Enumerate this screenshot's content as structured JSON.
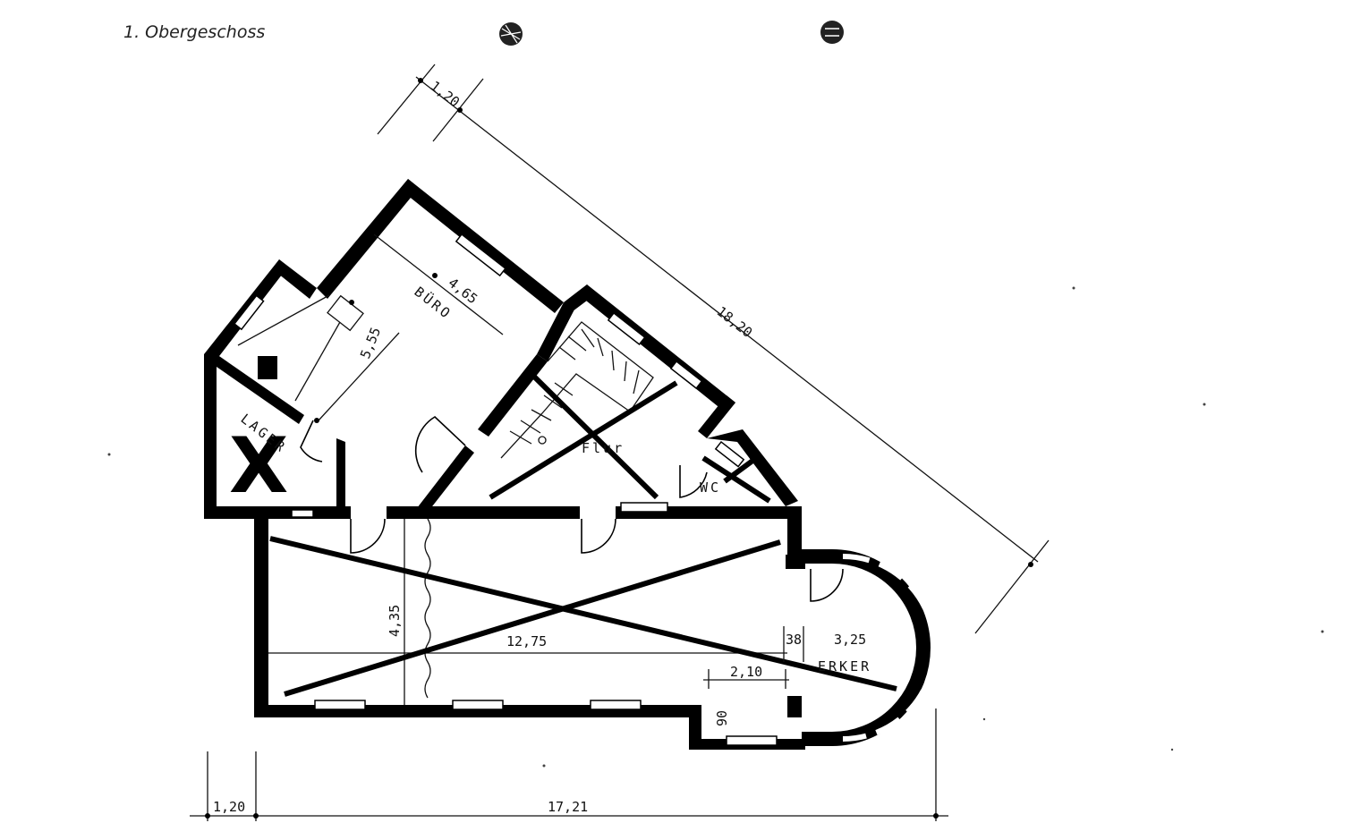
{
  "sheet": {
    "title": "1. Obergeschoss"
  },
  "rooms": {
    "office": "BÜRO",
    "storage": "LAGER",
    "hall": "Flur",
    "toilet": "WC",
    "bay": "ERKER"
  },
  "dimensions": {
    "top_offset": "1,20",
    "diagonal_length": "18,20",
    "office_width": "4,65",
    "office_depth": "5,55",
    "main_depth": "4,35",
    "main_length": "12,75",
    "gap": "38",
    "bay_length": "3,25",
    "niche_width": "2,10",
    "niche_depth": "90",
    "bottom_offset": "1,20",
    "bottom_total": "17,21"
  },
  "marks": {
    "storage_cross": "X"
  },
  "colors": {
    "ink": "#000000",
    "paper": "#ffffff"
  }
}
